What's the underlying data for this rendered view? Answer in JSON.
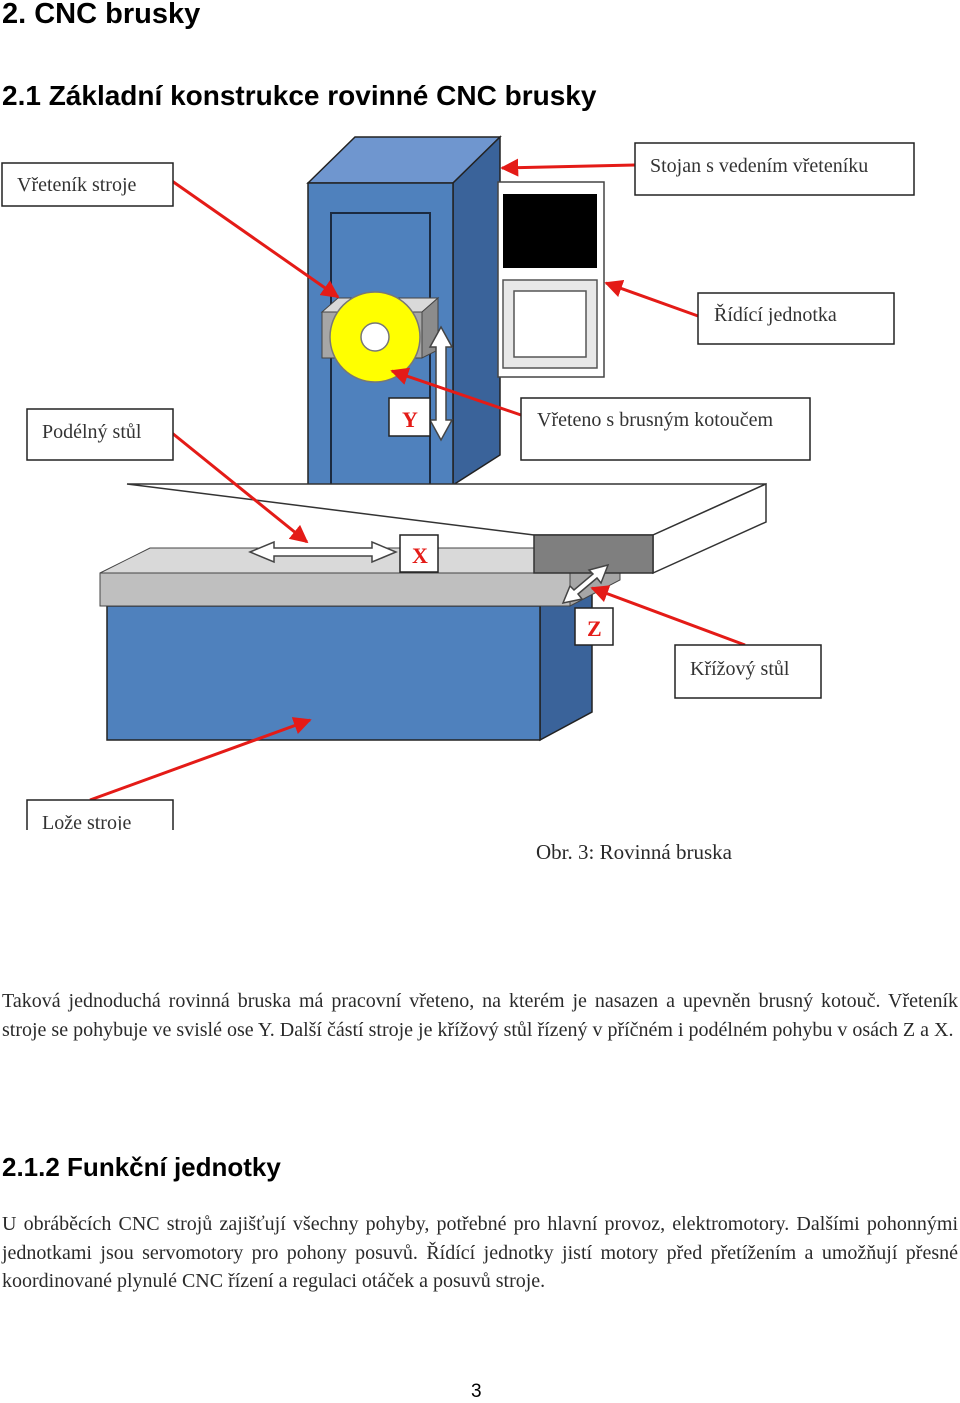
{
  "headings": {
    "h1": "2. CNC brusky",
    "h2": "2.1 Základní konstrukce rovinné CNC brusky",
    "h3": "2.1.2 Funkční jednotky"
  },
  "figure": {
    "labels": {
      "vretenik": "Vřeteník stroje",
      "stojan": "Stojan s vedením vřeteníku",
      "ridici": "Řídící jednotka",
      "podelny": "Podélný stůl",
      "vreteno": "Vřeteno s brusným kotoučem",
      "krizovy": "Křížový stůl",
      "loze": "Lože stroje"
    },
    "axes": {
      "y": "Y",
      "x": "X",
      "z": "Z"
    },
    "caption": "Obr. 3:  Rovinná bruska",
    "colors": {
      "machine_blue": "#4f81bd",
      "machine_blue_dark": "#3a639a",
      "table_dark_gray": "#7f7f7f",
      "table_light_gray": "#bfbfbf",
      "wheel_yellow": "#ffff00",
      "arrow_red": "#e41b17",
      "axis_label_red": "#e41b17"
    }
  },
  "paragraphs": {
    "p1": "Taková jednoduchá rovinná bruska má pracovní vřeteno, na  kterém je nasazen a upevněn brusný kotouč. Vřeteník stroje se pohybuje ve svislé ose Y. Další částí stroje je křížový stůl řízený v příčném i podélném pohybu v osách Z a X.",
    "p2": "U obráběcích CNC strojů zajišťují všechny pohyby, potřebné pro hlavní provoz, elektromotory. Dalšími pohonnými jednotkami jsou servomotory pro pohony posuvů. Řídící jednotky jistí motory před přetížením a umožňují přesné koordinované plynulé CNC řízení a regulaci otáček a posuvů stroje."
  },
  "page_number": "3"
}
